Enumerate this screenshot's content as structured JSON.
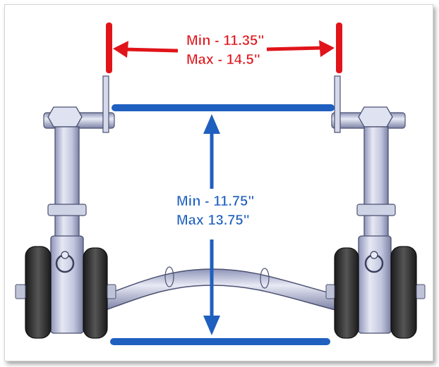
{
  "colors": {
    "red_dimension": "#e0141a",
    "blue_dimension": "#1f5fbf",
    "metal": "#c9cde3",
    "metal_dark": "#7d83a8",
    "wheel": "#2a2a2a"
  },
  "top_dimension": {
    "min_label": "Min - 11.35\"",
    "max_label": "Max - 14.5\""
  },
  "bottom_dimension": {
    "min_label": "Min - 11.75\"",
    "max_label": "Max 13.75\""
  }
}
